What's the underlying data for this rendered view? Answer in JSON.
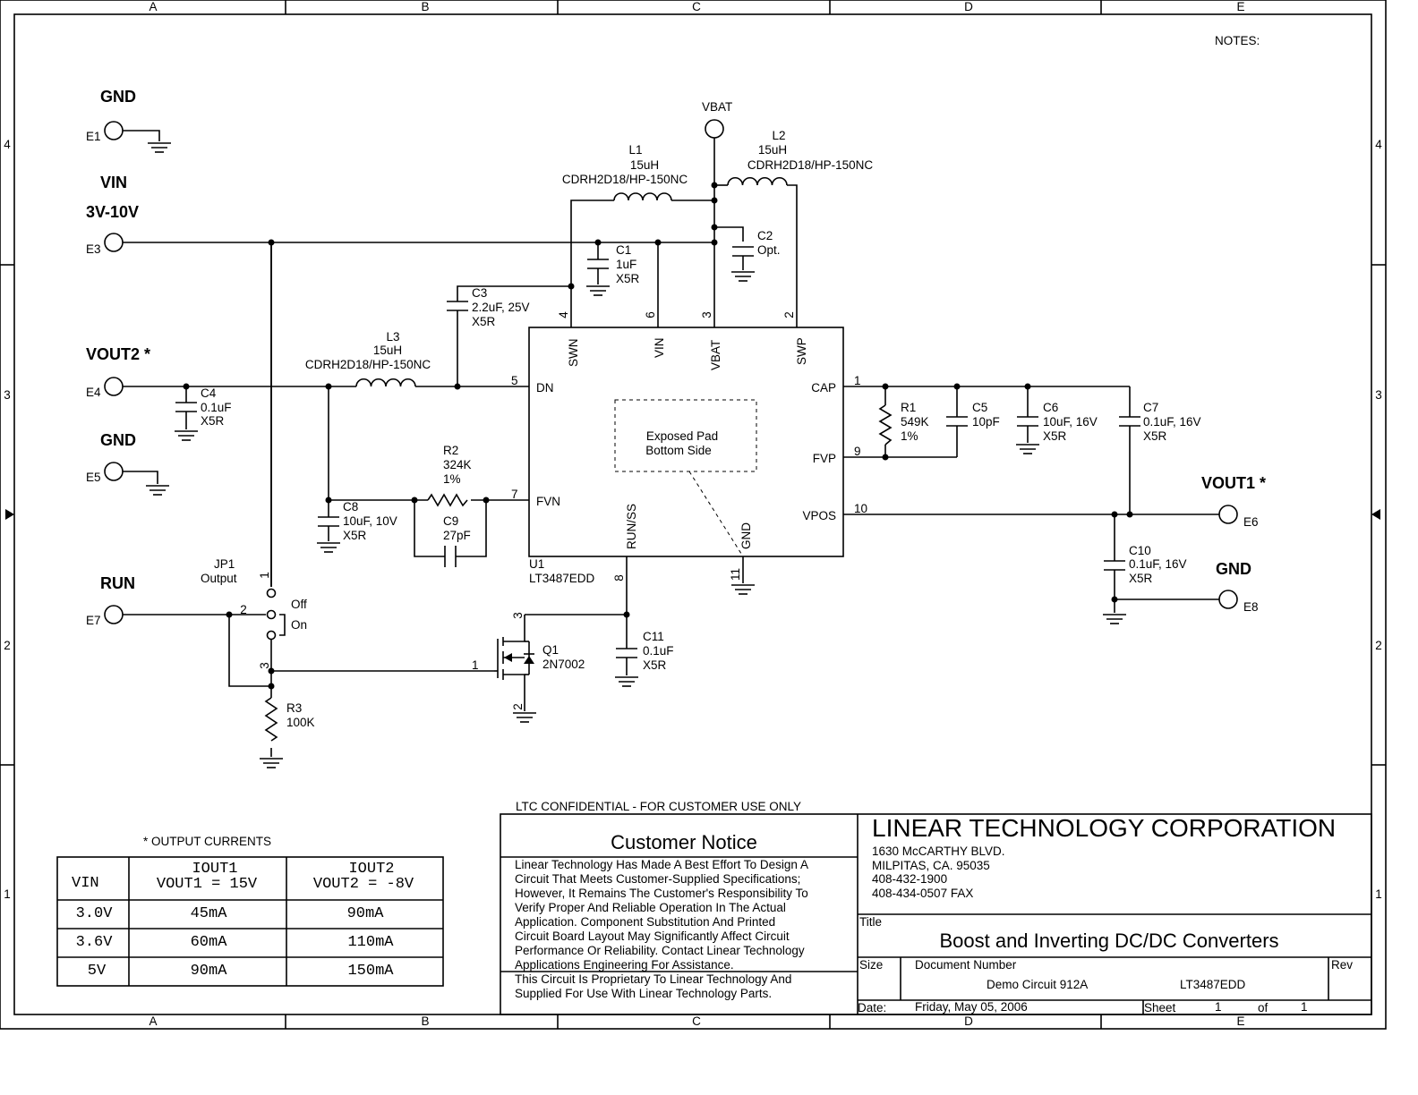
{
  "frame": {
    "cols": [
      "A",
      "B",
      "C",
      "D",
      "E"
    ],
    "rows": [
      "4",
      "3",
      "2",
      "1"
    ]
  },
  "notes": "NOTES:",
  "terminals": {
    "e1": {
      "ref": "E1",
      "net": "GND"
    },
    "e3": {
      "ref": "E3",
      "net": "VIN",
      "net2": "3V-10V"
    },
    "e4": {
      "ref": "E4",
      "net": "VOUT2 *"
    },
    "e5": {
      "ref": "E5",
      "net": "GND"
    },
    "e7": {
      "ref": "E7",
      "net": "RUN"
    },
    "e6": {
      "ref": "E6",
      "net": "VOUT1 *"
    },
    "e8": {
      "ref": "E8",
      "net": "GND"
    },
    "vbat": {
      "net": "VBAT"
    }
  },
  "components": {
    "l1": [
      "L1",
      "15uH",
      "CDRH2D18/HP-150NC"
    ],
    "l2": [
      "L2",
      "15uH",
      "CDRH2D18/HP-150NC"
    ],
    "l3": [
      "L3",
      "15uH",
      "CDRH2D18/HP-150NC"
    ],
    "c1": [
      "C1",
      "1uF",
      "X5R"
    ],
    "c2": [
      "C2",
      "Opt."
    ],
    "c3": [
      "C3",
      "2.2uF, 25V",
      "X5R"
    ],
    "c4": [
      "C4",
      "0.1uF",
      "X5R"
    ],
    "c5": [
      "C5",
      "10pF"
    ],
    "c6": [
      "C6",
      "10uF, 16V",
      "X5R"
    ],
    "c7": [
      "C7",
      "0.1uF, 16V",
      "X5R"
    ],
    "c8": [
      "C8",
      "10uF, 10V",
      "X5R"
    ],
    "c9": [
      "C9",
      "27pF"
    ],
    "c10": [
      "C10",
      "0.1uF, 16V",
      "X5R"
    ],
    "c11": [
      "C11",
      "0.1uF",
      "X5R"
    ],
    "r1": [
      "R1",
      "549K",
      "1%"
    ],
    "r2": [
      "R2",
      "324K",
      "1%"
    ],
    "r3": [
      "R3",
      "100K"
    ],
    "q1": [
      "Q1",
      "2N7002"
    ],
    "jp1": [
      "JP1",
      "Output"
    ],
    "jp1_off": "Off",
    "jp1_on": "On",
    "u1": [
      "U1",
      "LT3487EDD"
    ]
  },
  "ic_pins": {
    "swn": {
      "name": "SWN",
      "num": "4"
    },
    "vin": {
      "name": "VIN",
      "num": "6"
    },
    "vbat": {
      "name": "VBAT",
      "num": "3"
    },
    "swp": {
      "name": "SWP",
      "num": "2"
    },
    "dn": {
      "name": "DN",
      "num": "5"
    },
    "fvn": {
      "name": "FVN",
      "num": "7"
    },
    "runss": {
      "name": "RUN/SS",
      "num": "8"
    },
    "gnd": {
      "name": "GND",
      "num": "11"
    },
    "cap": {
      "name": "CAP",
      "num": "1"
    },
    "fvp": {
      "name": "FVP",
      "num": "9"
    },
    "vpos": {
      "name": "VPOS",
      "num": "10"
    }
  },
  "exposed_pad": [
    "Exposed Pad",
    "Bottom Side"
  ],
  "pin_numbers": {
    "jp1_1": "1",
    "jp1_2": "2",
    "jp1_3": "3",
    "q1_1": "1",
    "q1_2": "2",
    "q1_3": "3"
  },
  "output_table": {
    "title": "* OUTPUT CURRENTS",
    "header": {
      "vin": "VIN",
      "iout1": "IOUT1",
      "vout1": "VOUT1 = 15V",
      "iout2": "IOUT2",
      "vout2": "VOUT2 = -8V"
    },
    "rows": [
      [
        "3.0V",
        "45mA",
        "90mA"
      ],
      [
        "3.6V",
        "60mA",
        "110mA"
      ],
      [
        "5V",
        "90mA",
        "150mA"
      ]
    ]
  },
  "title_block": {
    "confidential": "LTC CONFIDENTIAL - FOR CUSTOMER USE ONLY",
    "notice_title": "Customer Notice",
    "notice_lines": [
      "Linear Technology Has Made A Best Effort To Design A",
      "Circuit That Meets Customer-Supplied Specifications;",
      "However, It Remains The Customer's Responsibility To",
      "Verify Proper And Reliable Operation In The Actual",
      "Application. Component Substitution And Printed",
      "Circuit Board Layout May Significantly Affect Circuit",
      "Performance Or Reliability. Contact Linear Technology",
      "Applications Engineering For Assistance."
    ],
    "proprietary_lines": [
      "This Circuit Is Proprietary To Linear Technology And",
      "Supplied For Use With Linear Technology Parts."
    ],
    "company": "LINEAR TECHNOLOGY CORPORATION",
    "address": [
      "1630 McCARTHY BLVD.",
      "MILPITAS, CA. 95035",
      "408-432-1900",
      "408-434-0507 FAX"
    ],
    "title_label": "Title",
    "title": "Boost and Inverting DC/DC Converters",
    "size_label": "Size",
    "docnum_label": "Document Number",
    "rev_label": "Rev",
    "docnum": "Demo Circuit 912A",
    "part": "LT3487EDD",
    "date_label": "Date:",
    "date": "Friday, May 05, 2006",
    "sheet_label": "Sheet",
    "sheet": "1",
    "of_label": "of",
    "sheets": "1"
  }
}
